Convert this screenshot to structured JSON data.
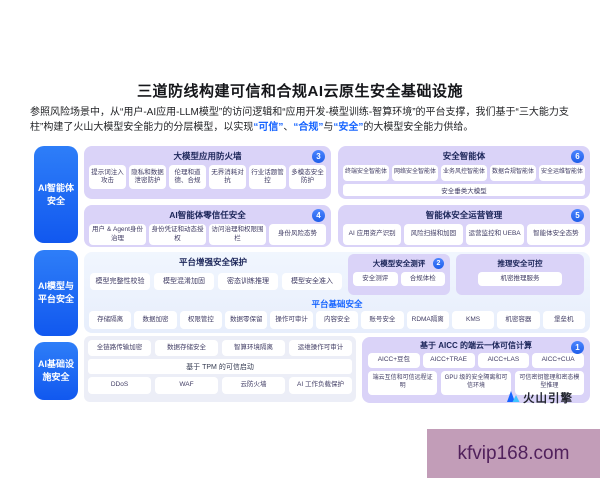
{
  "header": {
    "title": "三道防线构建可信和合规AI云原生安全基础设施",
    "intro_line1": "参照风险场景中，从“用户-AI应用-LLM模型”的访问逻辑和“应用开发-模型训练-智算环境”的平台支撑，我们基于“三大能力支",
    "intro_line2": {
      "prefix": "柱”构建了火山大模型安全能力的分层模型，以实现",
      "hl1": "“可信”",
      "sep1": "、",
      "hl2": "“合规”",
      "sep2": "与",
      "hl3": "“安全”",
      "suffix": "的大模型安全能力供给。"
    }
  },
  "sidebar": {
    "items": [
      {
        "label": "AI智能体安全"
      },
      {
        "label": "AI模型与平台安全"
      },
      {
        "label": "AI基础设施安全"
      }
    ]
  },
  "sections": {
    "firewall": {
      "title": "大模型应用防火墙",
      "badge": "3",
      "chips": [
        "提示词注入攻击",
        "隐私和数据泄密防护",
        "伦理和道德、合规",
        "无界消耗对抗",
        "行业话题管控",
        "多模态安全防护"
      ]
    },
    "security_agent": {
      "title": "安全智能体",
      "badge": "6",
      "chips": [
        "终端安全智能体",
        "网络安全智能体",
        "业务风控智能体",
        "数据合规智能体",
        "安全运维智能体"
      ],
      "bar": "安全垂类大模型"
    },
    "zero_trust": {
      "title": "AI智能体零信任安全",
      "badge": "4",
      "chips": [
        "用户 & Agent身份治理",
        "身份凭证和动态授权",
        "访问治理和权限围栏",
        "身份风险态势"
      ]
    },
    "agent_ops": {
      "title": "智能体安全运营管理",
      "badge": "5",
      "chips": [
        "AI 应用资产识别",
        "风险扫描和加固",
        "运营监控和 UEBA",
        "智能体安全态势"
      ]
    },
    "platform_enhanced": {
      "title": "平台增强安全保护",
      "chips": [
        "模型完整性校验",
        "模型混淆加固",
        "密态训练推理",
        "模型安全准入"
      ]
    },
    "model_eval": {
      "title": "大模型安全测评",
      "badge": "2",
      "chips": [
        "安全测评",
        "合规体检"
      ]
    },
    "inference_safe": {
      "title": "推理安全可控",
      "chips": [
        "机密推理服务"
      ]
    },
    "platform_basic": {
      "title": "平台基础安全",
      "chips": [
        "存储隔离",
        "数据加密",
        "权限管控",
        "数据零保留",
        "操作可审计",
        "内容安全",
        "账号安全",
        "RDMA隔离",
        "KMS",
        "机密容器",
        "堡垒机"
      ]
    },
    "infra": {
      "row1": [
        "全链路传输加密",
        "数据存储安全",
        "智算环境隔离",
        "运维操作可审计"
      ],
      "tpm_bar": "基于 TPM 的可信启动",
      "row2": [
        "DDoS",
        "WAF",
        "云防火墙",
        "AI 工作负载保护"
      ]
    },
    "aicc": {
      "title": "基于 AICC 的端云一体可信计算",
      "badge": "1",
      "row1": [
        "AICC+豆包",
        "AICC+TRAE",
        "AICC+LAS",
        "AICC+CUA"
      ],
      "row2": [
        "端云互信和可信远程证明",
        "GPU 级的安全隔离和可信环境",
        "可信密钥管理和密态模型推理"
      ]
    }
  },
  "footer": {
    "brand": "火山引擎"
  },
  "watermark": {
    "text": "kfvip168.com"
  },
  "colors": {
    "accent_blue": "#1664ff",
    "sidebar_blue": "#1766f5",
    "panel_purple": "#dad3f8",
    "badge_blue": "#2b6aef",
    "band_blue": "#edf3fd",
    "watermark_bg": "#c29db8",
    "watermark_text": "#51215c"
  }
}
